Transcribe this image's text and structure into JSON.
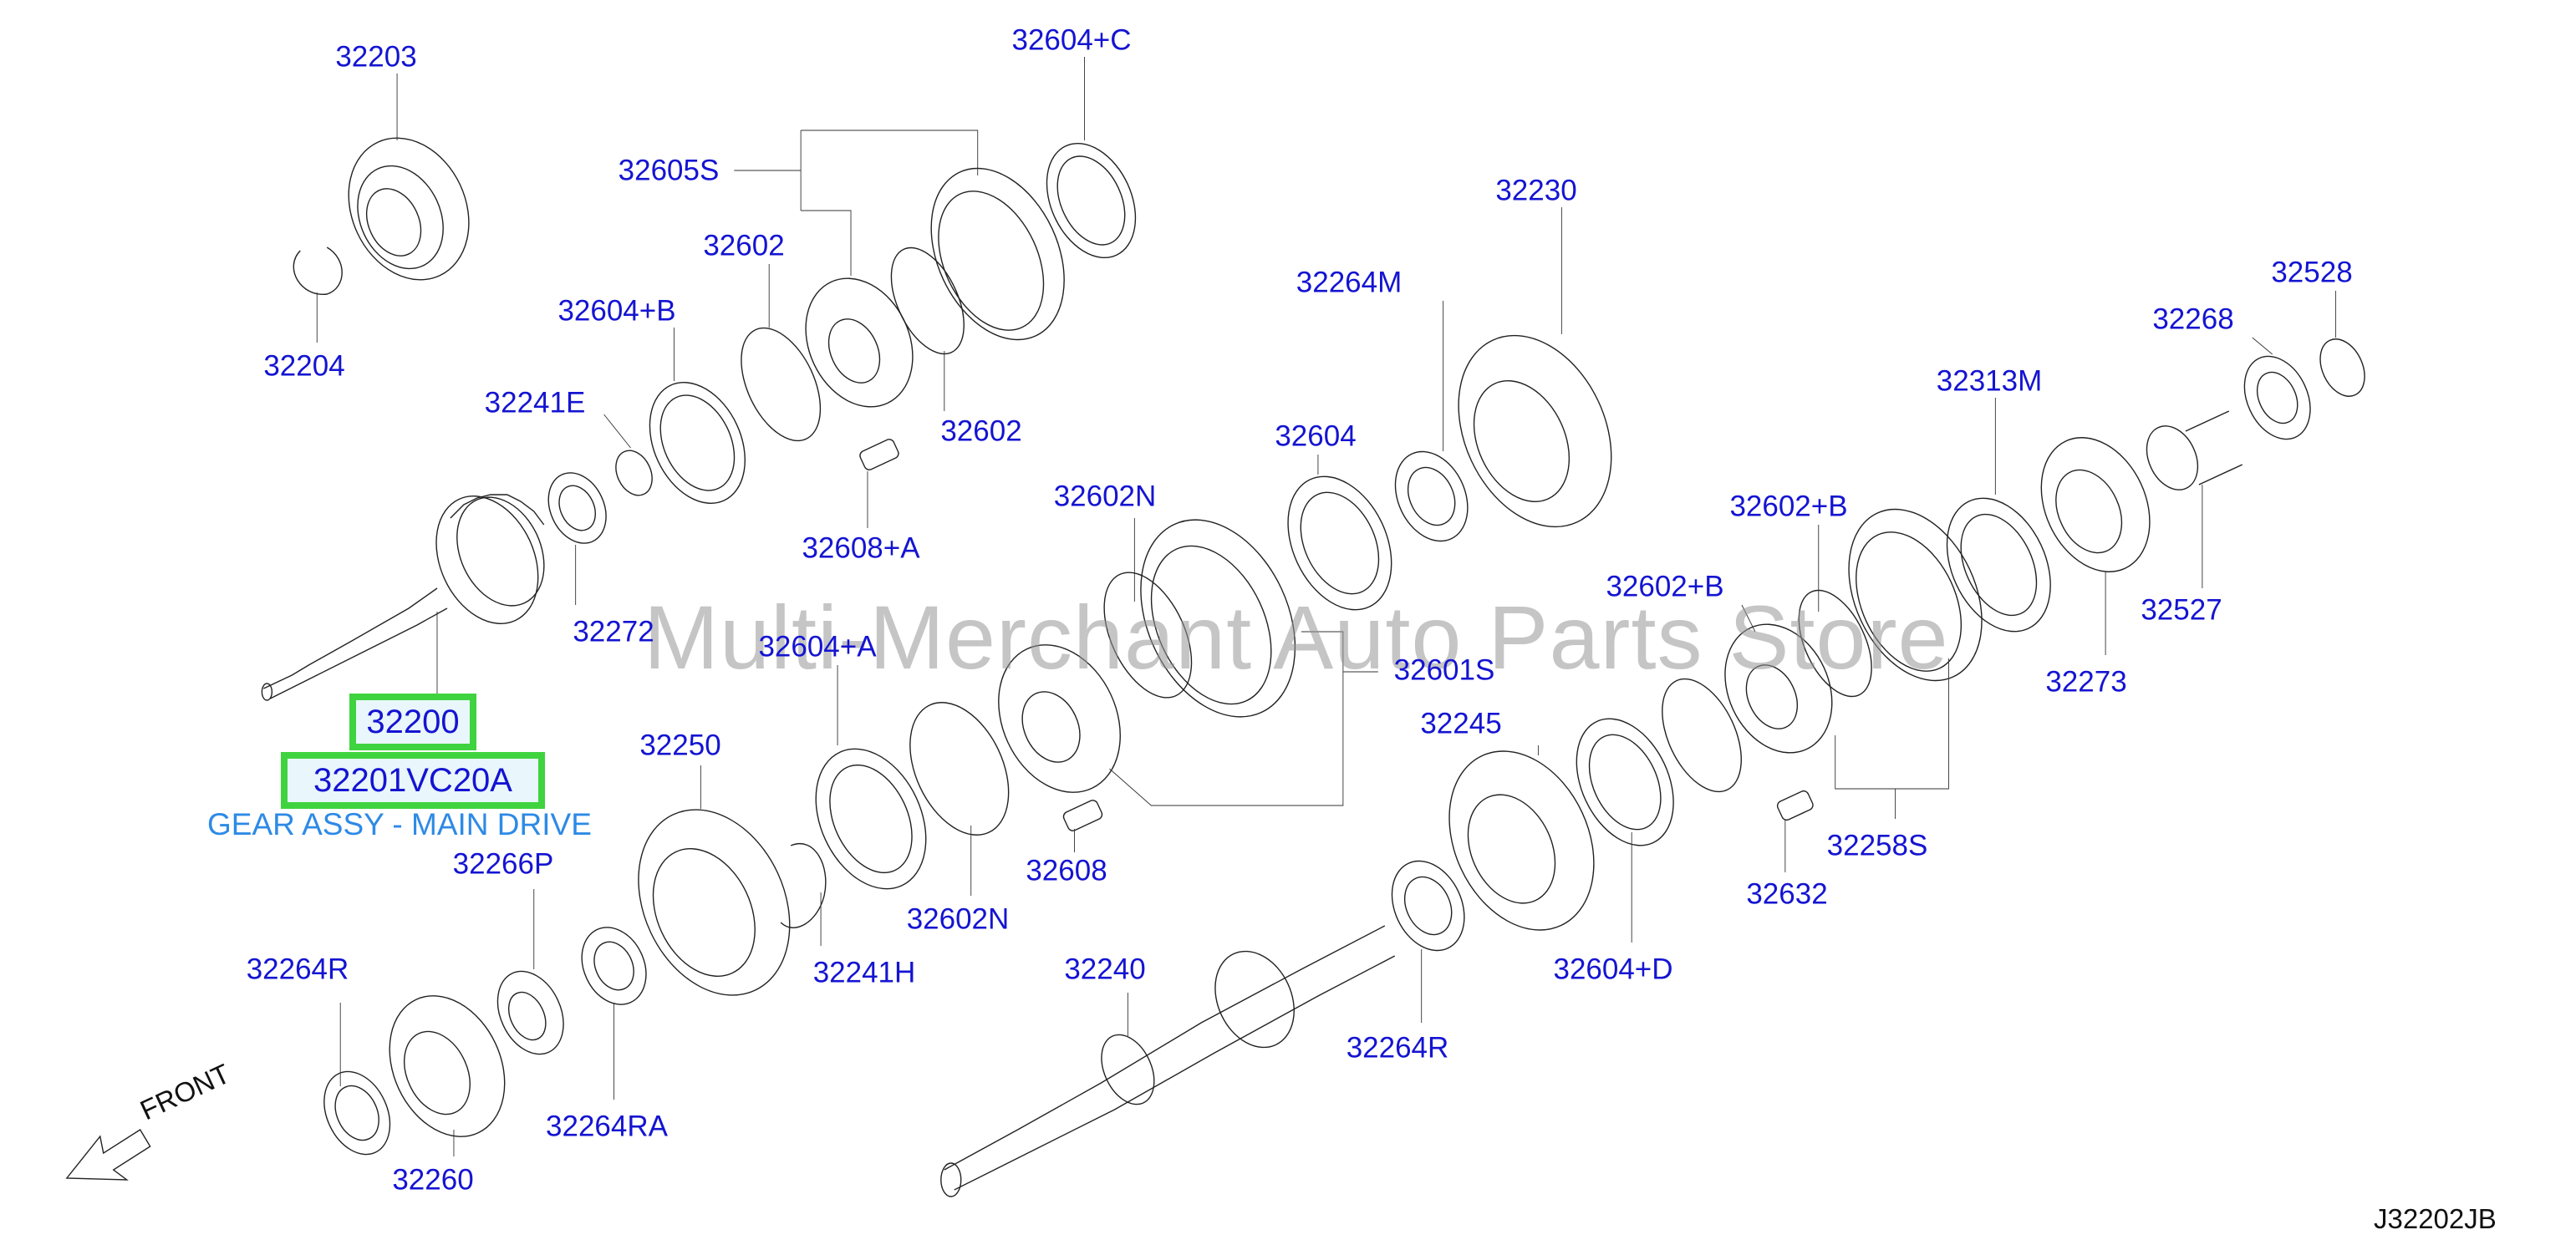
{
  "labels": {
    "l32203": "32203",
    "l32204": "32204",
    "l32605S": "32605S",
    "l32604C": "32604+C",
    "l32602a": "32602",
    "l32602b": "32602",
    "l32604B": "32604+B",
    "l32241E": "32241E",
    "l32608A": "32608+A",
    "l32272": "32272",
    "l32230": "32230",
    "l32264M": "32264M",
    "l32528": "32528",
    "l32268": "32268",
    "l32313M": "32313M",
    "l32604": "32604",
    "l32602N": "32602N",
    "l32602Ba": "32602+B",
    "l32602Bb": "32602+B",
    "l32527": "32527",
    "l32273": "32273",
    "l32604A": "32604+A",
    "l32601S": "32601S",
    "l32245": "32245",
    "l32250": "32250",
    "l32266P": "32266P",
    "l32608": "32608",
    "l32602Nb": "32602N",
    "l32258S": "32258S",
    "l32632": "32632",
    "l32241H": "32241H",
    "l32264R": "32264R",
    "l32240": "32240",
    "l32604D": "32604+D",
    "l32264Rb": "32264R",
    "l32264RA": "32264RA",
    "l32260": "32260"
  },
  "highlight": {
    "part_number": "32200",
    "oem_number": "32201VC20A",
    "description": "GEAR ASSY - MAIN DRIVE"
  },
  "watermark": "Multi-Merchant Auto Parts Store",
  "front_label": "FRONT",
  "diagram_code": "J32202JB",
  "colors": {
    "label_blue": "#1414d2",
    "highlight_green": "#3fd33f",
    "description_blue": "#2d8ae6"
  }
}
